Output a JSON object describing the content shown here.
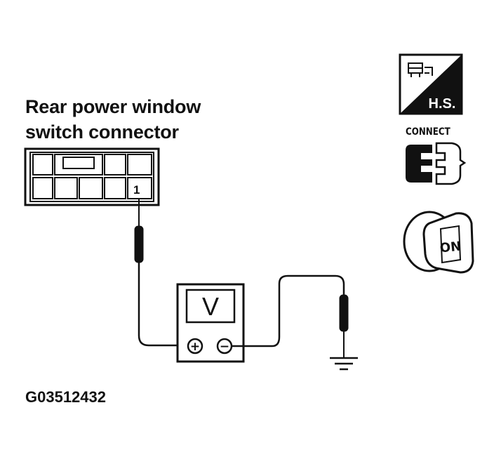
{
  "connector": {
    "title_line1": "Rear power window",
    "title_line2": "switch connector",
    "pin_label": "1"
  },
  "meter": {
    "display": "V",
    "plus": "+",
    "minus": "−"
  },
  "icons": {
    "hs_label": "H.S.",
    "connect_label": "CONNECT",
    "ignition_label": "ON"
  },
  "figure_code": "G03512432"
}
